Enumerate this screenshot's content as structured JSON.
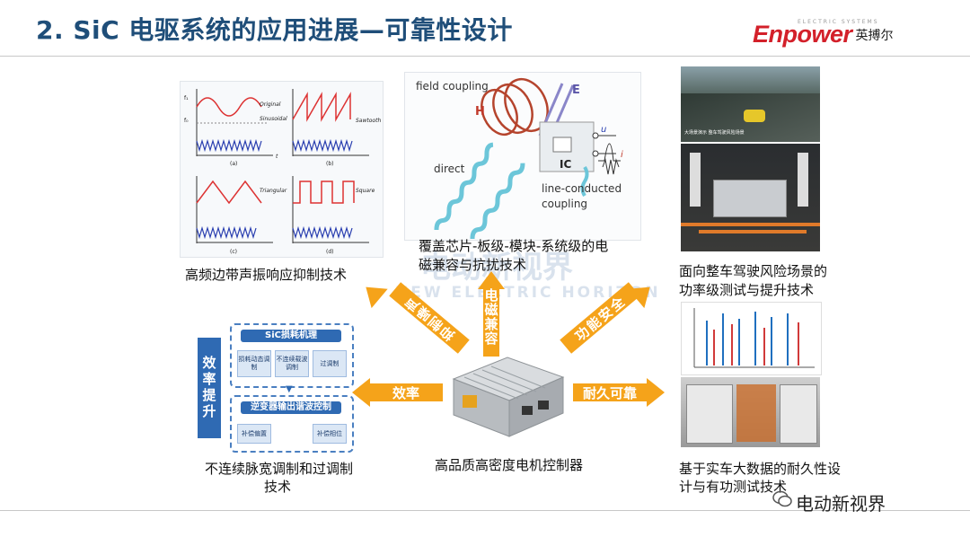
{
  "header": {
    "title": "2. SiC 电驱系统的应用进展—可靠性设计",
    "logo_text": "Enpower",
    "logo_cn": "英搏尔",
    "logo_tag": "ELECTRIC SYSTEMS"
  },
  "center": {
    "caption": "高品质高密度电机控制器"
  },
  "arrows": {
    "left": "效率",
    "up_left": "抑制噪声",
    "up": "电磁兼容",
    "up_right": "功能安全",
    "right": "耐久可靠"
  },
  "panels": {
    "waveforms": {
      "caption": "高频边带声振响应抑制技术",
      "labels": [
        "Original",
        "Sinusoidal",
        "Sawtooth",
        "Triangular",
        "Square"
      ],
      "sub": [
        "(a)",
        "(b)",
        "(c)",
        "(d)"
      ],
      "axis": [
        "f₀",
        "f₁",
        "t"
      ]
    },
    "emc": {
      "caption_l1": "覆盖芯片-板级-模块-系统级的电",
      "caption_l2": "磁兼容与抗扰技术",
      "field": "field coupling",
      "direct": "direct",
      "line1": "line-conducted",
      "line2": "coupling",
      "ic": "IC",
      "H": "H",
      "E": "E",
      "u": "u",
      "i": "i"
    },
    "safety": {
      "caption_l1": "面向整车驾驶风险场景的",
      "caption_l2": "功率级测试与提升技术",
      "screen_text": "大场景演示 整车驾驶风险场景"
    },
    "pwm": {
      "caption_l1": "不连续脉宽调制和过调制",
      "caption_l2": "技术",
      "efficiency": "效率提升",
      "head1": "SiC损耗机理",
      "cells1": [
        "损耗动态调制",
        "不连续载波调制",
        "过调制"
      ],
      "head2": "逆变器输出谐波控制",
      "cells2": [
        "补偿偏置",
        "补偿相位"
      ]
    },
    "durability": {
      "caption_l1": "基于实车大数据的耐久性设",
      "caption_l2": "计与有功测试技术"
    }
  },
  "watermark": {
    "cn": "电动新视界",
    "en": "NEW ELECTRIC HORIZON"
  },
  "footer": {
    "brand": "电动新视界"
  },
  "colors": {
    "title": "#1f4e79",
    "arrow": "#f5a31a",
    "logo": "#d3202a",
    "pwm_blue": "#2f6ab3"
  }
}
